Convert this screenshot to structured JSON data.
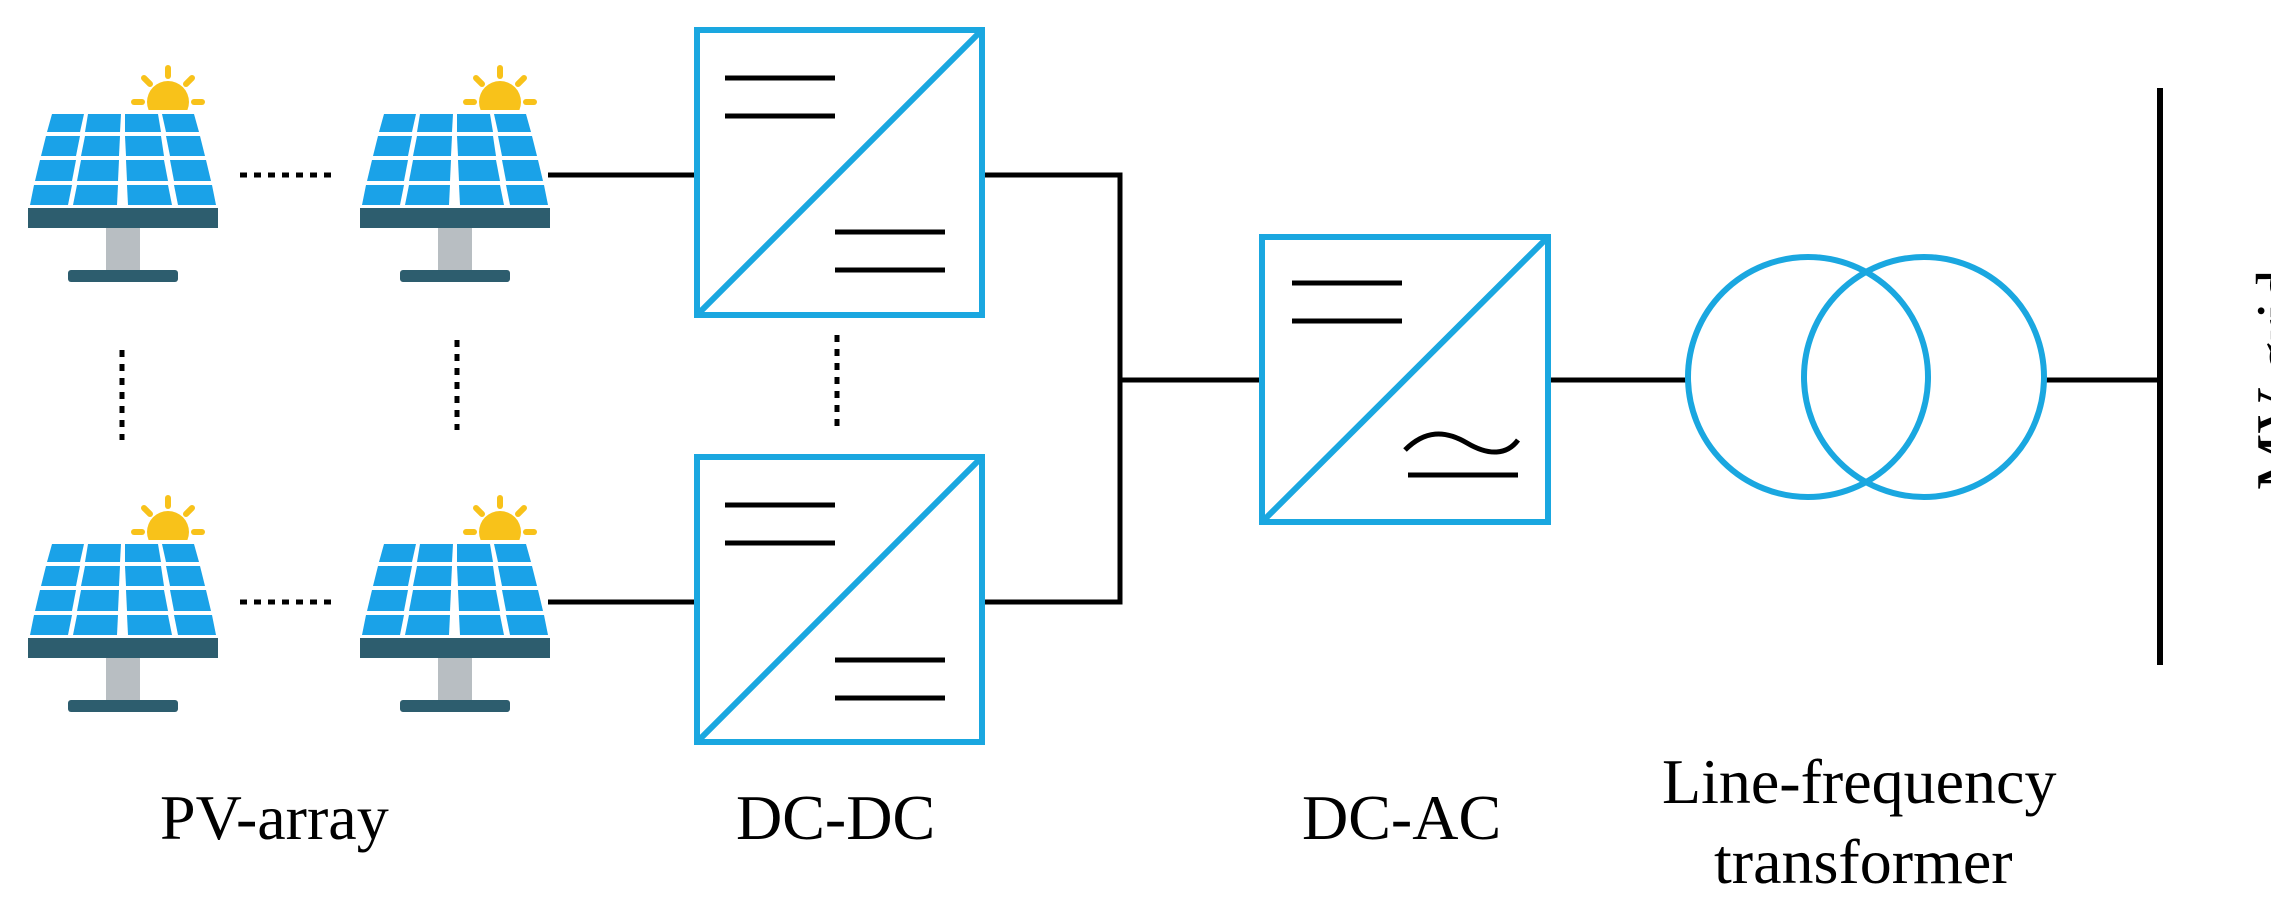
{
  "labels": {
    "pv_array": "PV-array",
    "dc_dc": "DC-DC",
    "dc_ac": "DC-AC",
    "transformer_line1": "Line-frequency",
    "transformer_line2": "transformer",
    "grid": "MV grid"
  },
  "colors": {
    "converter_blue": "#1aa7e0",
    "panel_blue": "#1aa2e8",
    "panel_dark": "#2d5d6e",
    "stand_gray": "#b8bec2",
    "sun_yellow": "#f8c21a"
  },
  "icons": {
    "panel": "solar-panel-icon",
    "converter_dc": "dc-dc-converter-symbol",
    "converter_ac": "dc-ac-converter-symbol",
    "transformer": "transformer-symbol"
  }
}
